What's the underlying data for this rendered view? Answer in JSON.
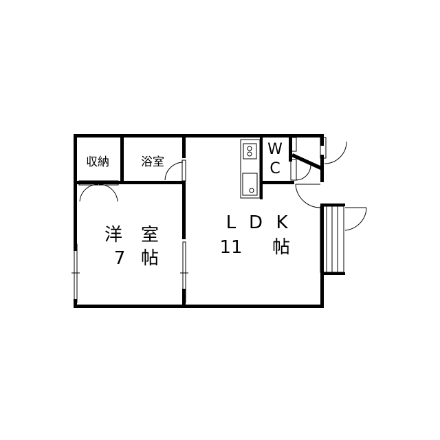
{
  "rooms": {
    "storage": {
      "label": "収納"
    },
    "bath": {
      "label": "浴室"
    },
    "wc": {
      "w": "W",
      "c": "C"
    },
    "western_room": {
      "name_1": "洋",
      "name_2": "室",
      "size": "7",
      "unit": "帖"
    },
    "ldk": {
      "l": "L",
      "d": "D",
      "k": "K",
      "size": "11",
      "unit": "帖"
    }
  },
  "colors": {
    "wall": "#000000",
    "background": "#ffffff"
  }
}
